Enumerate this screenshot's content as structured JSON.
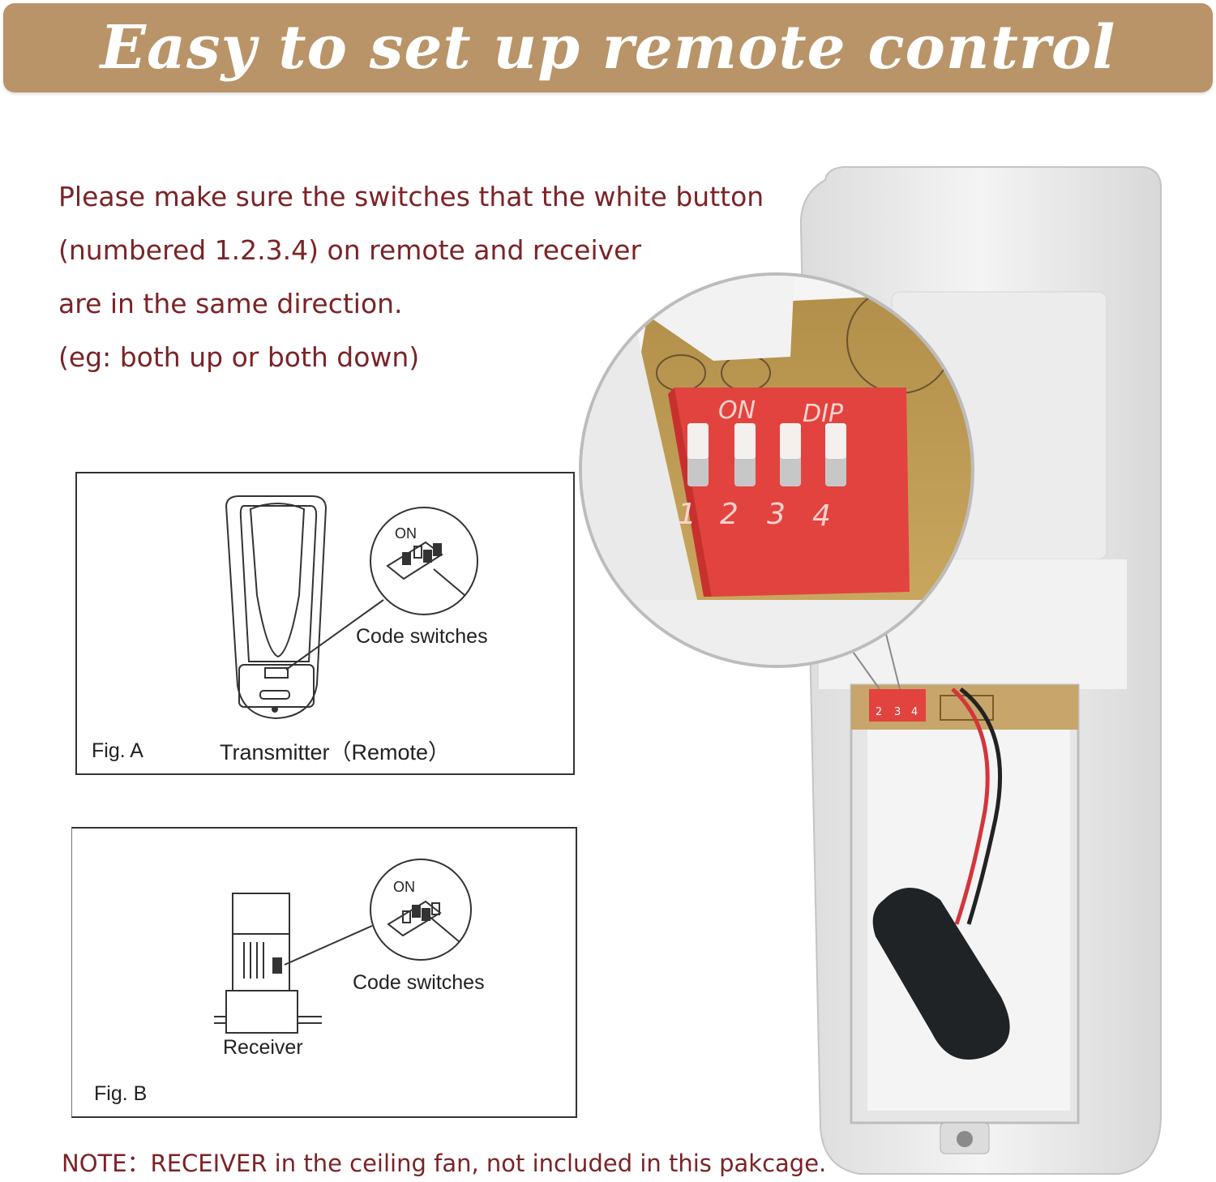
{
  "banner": {
    "title": "Easy to set up remote control"
  },
  "instructions": {
    "lines": [
      "Please make sure the switches that the white button",
      "(numbered 1.2.3.4) on remote and receiver",
      "are in the same direction.",
      "(eg: both up or both down)"
    ]
  },
  "photo": {
    "dip_on_label": "ON",
    "dip_label": "DIP",
    "switch_numbers": [
      "1",
      "2",
      "3",
      "4"
    ],
    "small_switch_numbers": [
      "2",
      "3",
      "4"
    ]
  },
  "figure_a": {
    "fig_label": "Fig. A",
    "caption": "Transmitter（Remote）",
    "switches_label": "Code switches",
    "on_label": "ON"
  },
  "figure_b": {
    "fig_label": "Fig. B",
    "caption": "Receiver",
    "switches_label": "Code switches",
    "on_label": "ON"
  },
  "note": "NOTE：RECEIVER in the ceiling fan, not included in this pakcage.",
  "colors": {
    "banner": "#b99468",
    "instruction_text": "#7b2327",
    "dip_switch_red": "#e2433f"
  }
}
